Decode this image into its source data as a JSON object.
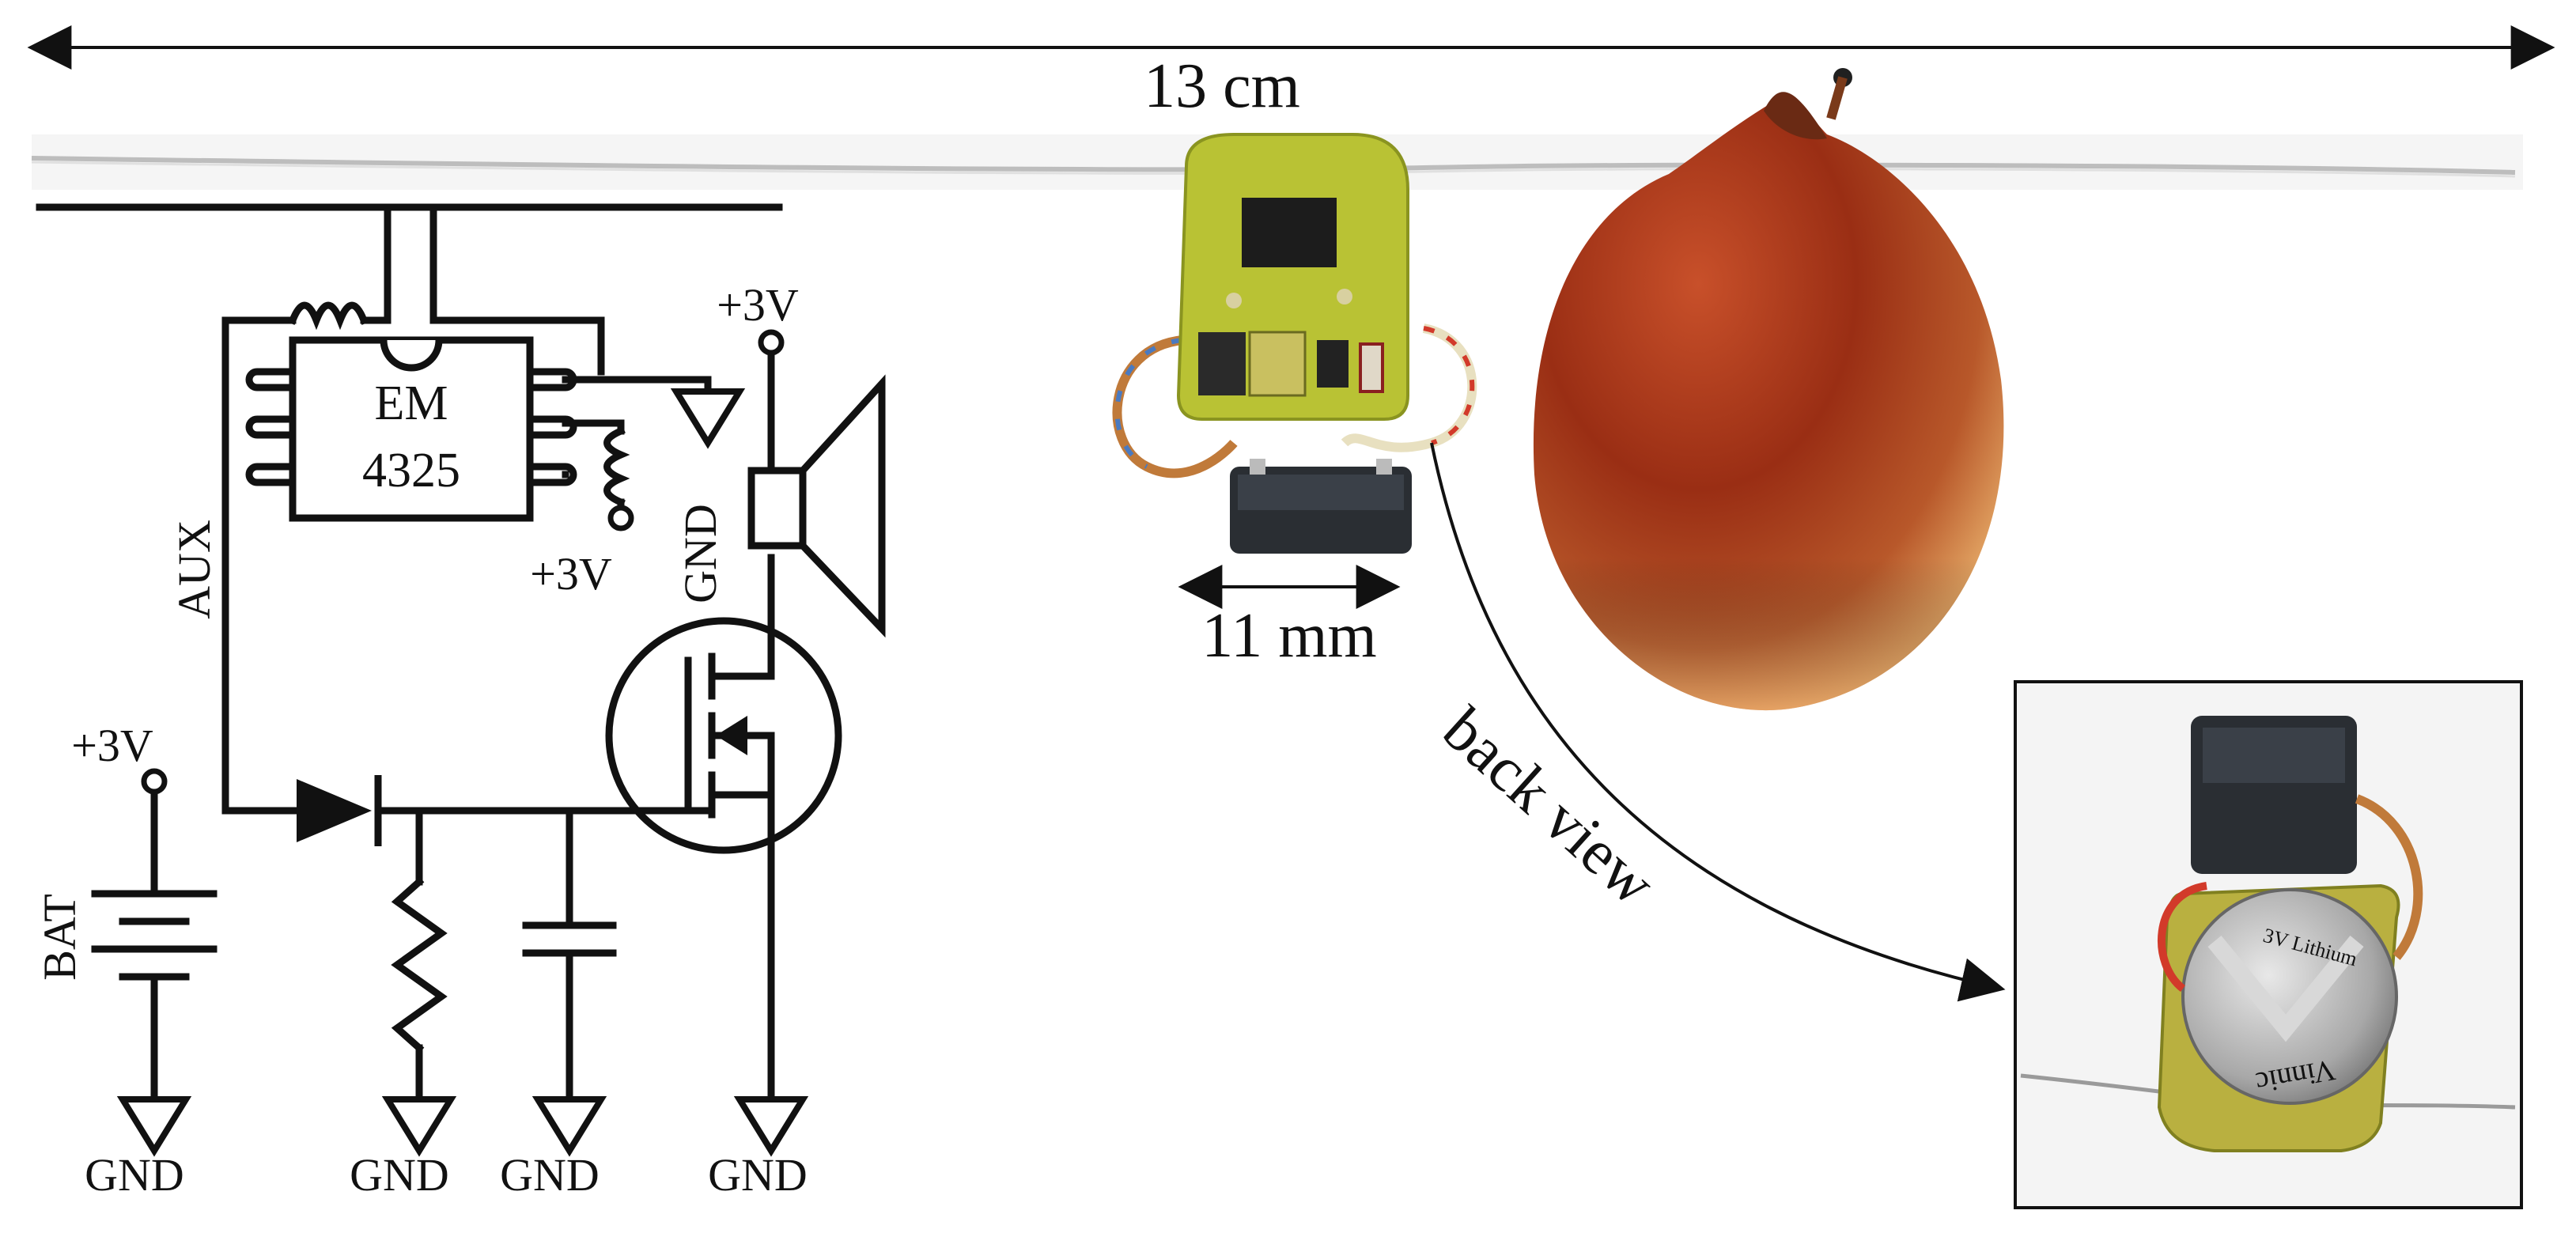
{
  "dimension": {
    "total_length": "13 cm",
    "board_width": "11 mm"
  },
  "schematic": {
    "chip_line1": "EM",
    "chip_line2": "4325",
    "supply_chip": "+3V",
    "supply_speaker": "+3V",
    "supply_battery": "+3V",
    "gnd_speaker_vertical": "GND",
    "aux_label": "AUX",
    "bat_label": "BAT",
    "gnd_1": "GND",
    "gnd_2": "GND",
    "gnd_3": "GND",
    "gnd_4": "GND"
  },
  "photo": {
    "back_view_label": "back view",
    "battery_text_1": "3V Lithium",
    "battery_text_2": "Vinnic"
  },
  "colors": {
    "line": "#111111",
    "pcb": "#b9c234",
    "acorn": "#8a2a14",
    "acorn_highlight": "#d9733a",
    "wire": "#b8b8b8"
  }
}
